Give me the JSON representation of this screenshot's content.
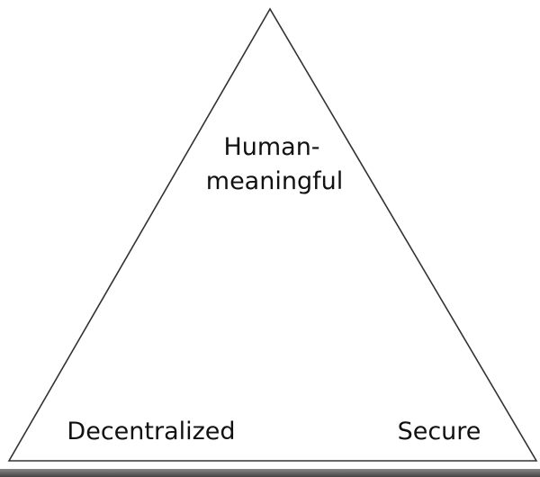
{
  "diagram": {
    "vertices": {
      "top": {
        "line1": "Human-",
        "line2": "meaningful"
      },
      "bottom_left": "Decentralized",
      "bottom_right": "Secure"
    }
  }
}
